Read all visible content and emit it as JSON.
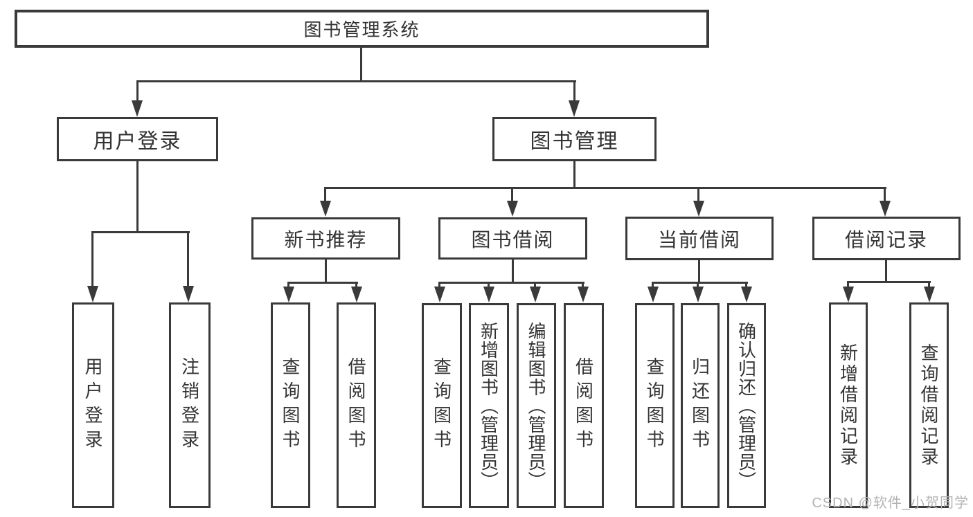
{
  "diagram": {
    "type": "hierarchy-tree",
    "root": {
      "label": "图书管理系统",
      "children": [
        {
          "label": "用户登录",
          "children": [
            {
              "label": "用户登录"
            },
            {
              "label": "注销登录"
            }
          ]
        },
        {
          "label": "图书管理",
          "children": [
            {
              "label": "新书推荐",
              "children": [
                {
                  "label": "查询图书"
                },
                {
                  "label": "借阅图书"
                }
              ]
            },
            {
              "label": "图书借阅",
              "children": [
                {
                  "label": "查询图书"
                },
                {
                  "label": "新增图书（管理员）"
                },
                {
                  "label": "编辑图书（管理员）"
                },
                {
                  "label": "借阅图书"
                }
              ]
            },
            {
              "label": "当前借阅",
              "children": [
                {
                  "label": "查询图书"
                },
                {
                  "label": "归还图书"
                },
                {
                  "label": "确认归还（管理员）"
                }
              ]
            },
            {
              "label": "借阅记录",
              "children": [
                {
                  "label": "新增借阅记录"
                },
                {
                  "label": "查询借阅记录"
                }
              ]
            }
          ]
        }
      ]
    },
    "colors": {
      "line": "#3a3a3a",
      "text": "#333333",
      "box_background": "#ffffff",
      "watermark": "#b3b3b3"
    }
  },
  "watermark": "CSDN @软件_小贺同学"
}
